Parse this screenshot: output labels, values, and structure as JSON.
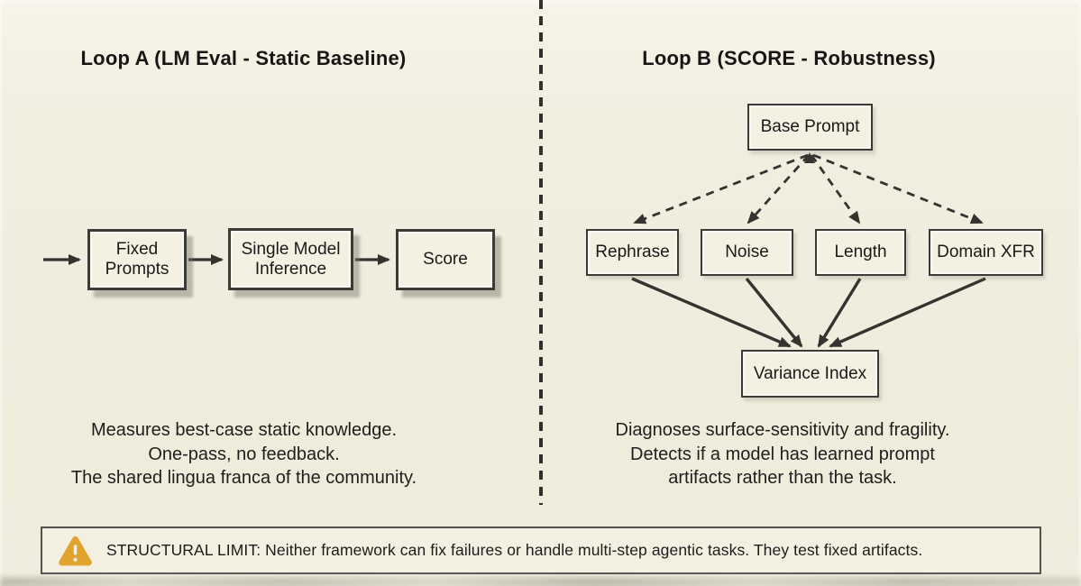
{
  "loop_a": {
    "title": "Loop A (LM Eval - Static Baseline)",
    "flow": {
      "box1": {
        "line1": "Fixed",
        "line2": "Prompts"
      },
      "box2": {
        "line1": "Single Model",
        "line2": "Inference"
      },
      "box3": {
        "line1": "Score"
      }
    },
    "description": {
      "line1": "Measures best-case static knowledge.",
      "line2": "One-pass, no feedback.",
      "line3": "The shared lingua franca of the community."
    }
  },
  "loop_b": {
    "title": "Loop B (SCORE - Robustness)",
    "base_prompt_label": "Base Prompt",
    "variants": [
      "Rephrase",
      "Noise",
      "Length",
      "Domain XFR"
    ],
    "sink_label": "Variance Index",
    "description": {
      "line1": "Diagnoses surface-sensitivity and fragility.",
      "line2": "Detects if a model has learned prompt",
      "line3": "artifacts rather than the task."
    }
  },
  "banner": {
    "icon": "warning-triangle-icon",
    "icon_color": "#dfa32e",
    "text": "STRUCTURAL LIMIT: Neither framework can fix failures or handle multi-step agentic tasks. They test fixed artifacts."
  },
  "colors": {
    "background": "#f1eee0",
    "box_fill": "#f4f1e3",
    "line": "#35332f",
    "text": "#1c1c1a",
    "divider": "#30302c"
  }
}
